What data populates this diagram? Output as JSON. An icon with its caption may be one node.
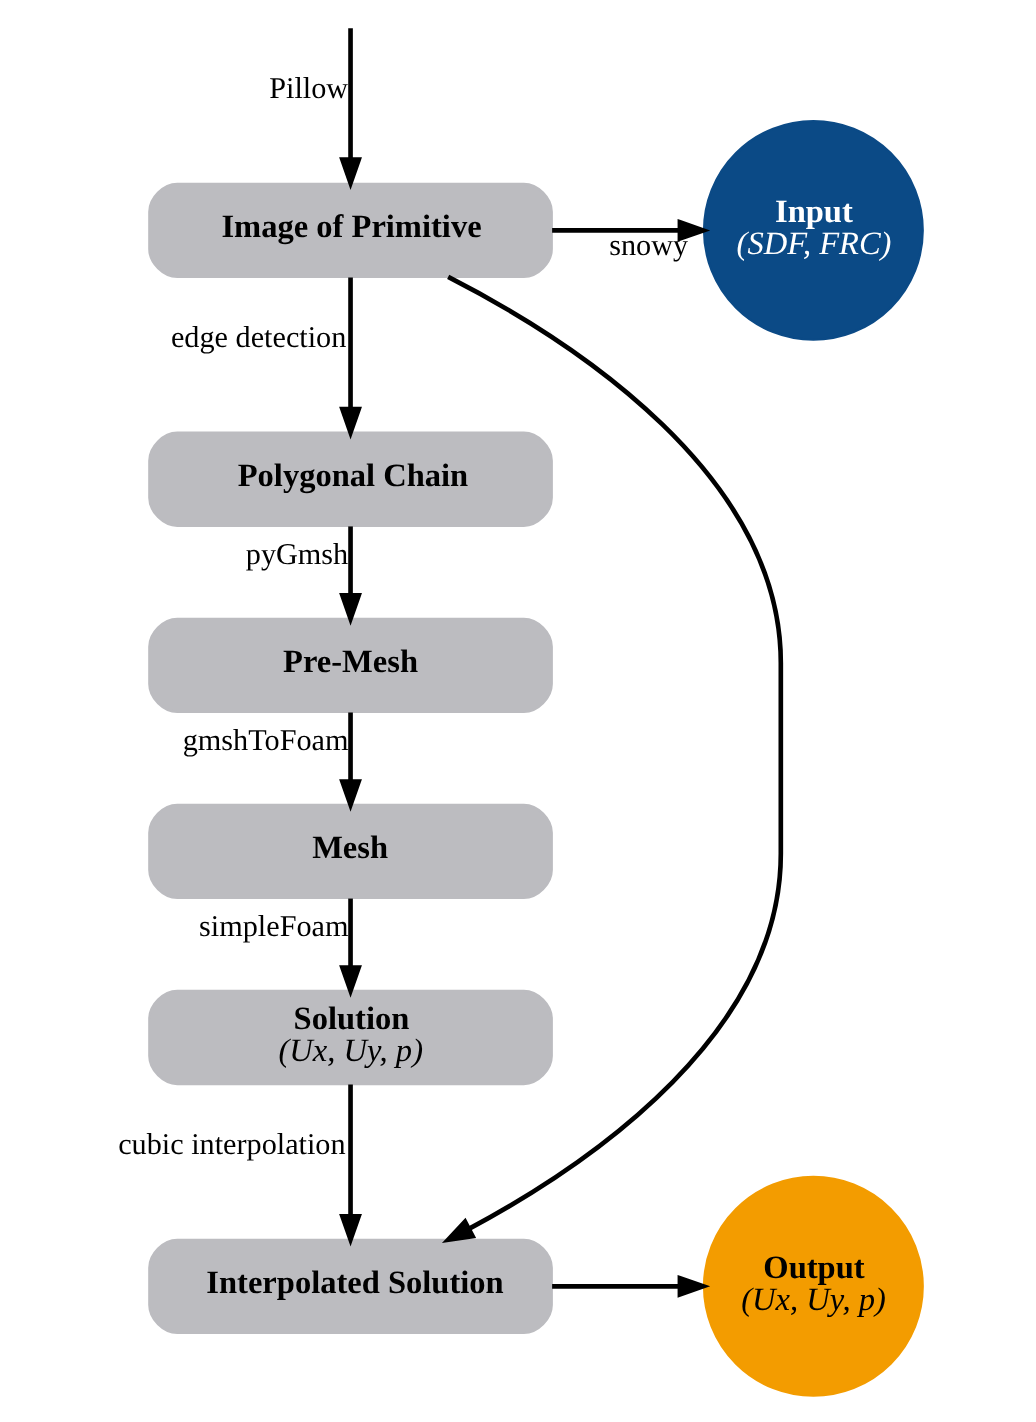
{
  "diagram": {
    "nodes": [
      {
        "text": [
          "Image of Primitive"
        ]
      },
      {
        "text": [
          "Polygonal Chain"
        ]
      },
      {
        "text": [
          "Pre-Mesh"
        ]
      },
      {
        "text": [
          "Mesh"
        ]
      },
      {
        "text": [
          "Solution",
          "(Ux, Uy, p)"
        ]
      },
      {
        "text": [
          "Interpolated Solution"
        ]
      },
      {
        "text": [
          "Input",
          "(SDF, FRC)"
        ]
      },
      {
        "text": [
          "Output",
          "(Ux, Uy, p)"
        ]
      }
    ],
    "edges": [
      {
        "from": null,
        "to": 0,
        "arrow": "to",
        "label": "Pillow"
      },
      {
        "from": 0,
        "to": 6,
        "arrow": "to",
        "label": "snowy"
      },
      {
        "from": 0,
        "to": 1,
        "arrow": "to",
        "label": "edge detection"
      },
      {
        "from": 1,
        "to": 2,
        "arrow": "to",
        "label": "pyGmsh"
      },
      {
        "from": 2,
        "to": 3,
        "arrow": "to",
        "label": "gmshToFoam"
      },
      {
        "from": 3,
        "to": 4,
        "arrow": "to",
        "label": "simpleFoam"
      },
      {
        "from": 4,
        "to": 5,
        "arrow": "to",
        "label": "cubic interpolation"
      },
      {
        "from": 0,
        "to": 5,
        "arrow": "to"
      },
      {
        "from": 5,
        "to": 7,
        "arrow": "to"
      }
    ]
  }
}
